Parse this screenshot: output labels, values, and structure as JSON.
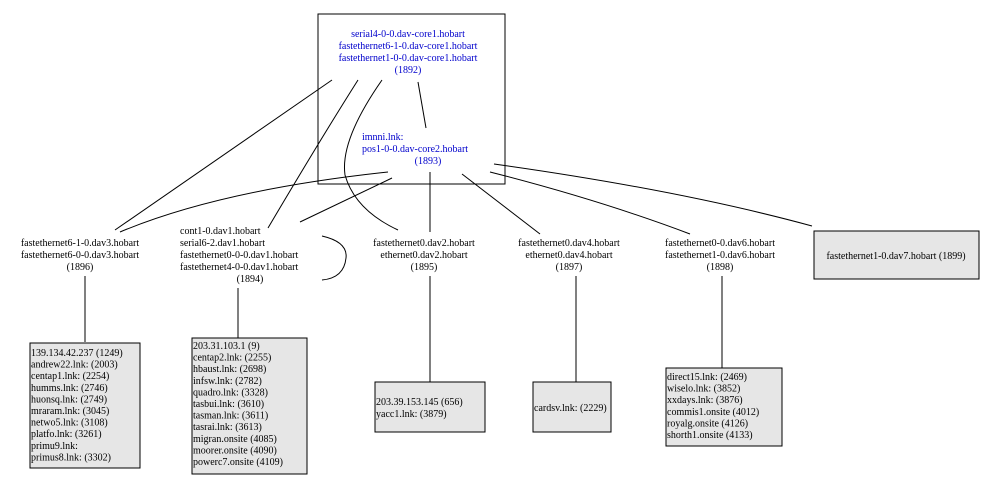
{
  "nodes": {
    "n1892": {
      "lines": [
        "serial4-0-0.dav-core1.hobart",
        "fastethernet6-1-0.dav-core1.hobart",
        "fastethernet1-0-0.dav-core1.hobart",
        "(1892)"
      ]
    },
    "n1893": {
      "lines": [
        "imnni.lnk:",
        "pos1-0-0.dav-core2.hobart",
        "(1893)"
      ]
    },
    "n1896": {
      "lines": [
        "fastethernet6-1-0.dav3.hobart",
        "fastethernet6-0-0.dav3.hobart",
        "(1896)"
      ]
    },
    "n1894": {
      "lines": [
        "cont1-0.dav1.hobart",
        "serial6-2.dav1.hobart",
        "fastethernet0-0-0.dav1.hobart",
        "fastethernet4-0-0.dav1.hobart",
        "(1894)"
      ]
    },
    "n1895": {
      "lines": [
        "fastethernet0.dav2.hobart",
        "ethernet0.dav2.hobart",
        "(1895)"
      ]
    },
    "n1897": {
      "lines": [
        "fastethernet0.dav4.hobart",
        "ethernet0.dav4.hobart",
        "(1897)"
      ]
    },
    "n1898": {
      "lines": [
        "fastethernet0-0.dav6.hobart",
        "fastethernet1-0.dav6.hobart",
        "(1898)"
      ]
    },
    "n1899": {
      "lines": [
        "fastethernet1-0.dav7.hobart (1899)"
      ]
    },
    "leaf1896": {
      "lines": [
        "139.134.42.237 (1249)",
        "andrew22.lnk: (2003)",
        "centap1.lnk: (2254)",
        "humms.lnk: (2746)",
        "huonsq.lnk: (2749)",
        "mraram.lnk: (3045)",
        "netwo5.lnk: (3108)",
        "platfo.lnk: (3261)",
        "primu9.lnk:",
        "primus8.lnk: (3302)"
      ]
    },
    "leaf1894": {
      "lines": [
        "203.31.103.1 (9)",
        "centap2.lnk: (2255)",
        "hbaust.lnk: (2698)",
        "infsw.lnk: (2782)",
        "quadro.lnk: (3328)",
        "tasbui.lnk: (3610)",
        "tasman.lnk: (3611)",
        "tasrai.lnk: (3613)",
        "migran.onsite (4085)",
        "moorer.onsite (4090)",
        "powerc7.onsite (4109)"
      ]
    },
    "leaf1895": {
      "lines": [
        "203.39.153.145 (656)",
        "yacc1.lnk: (3879)"
      ]
    },
    "leaf1897": {
      "lines": [
        "cardsv.lnk: (2229)"
      ]
    },
    "leaf1898": {
      "lines": [
        "direct15.lnk: (2469)",
        "wiselo.lnk: (3852)",
        "xxdays.lnk: (3876)",
        "commis1.onsite (4012)",
        "royalg.onsite (4126)",
        "shorth1.onsite (4133)"
      ]
    }
  },
  "colors": {
    "link_text": "#0000cc",
    "leaf_fill": "#e6e6e6",
    "stroke": "#000000"
  }
}
